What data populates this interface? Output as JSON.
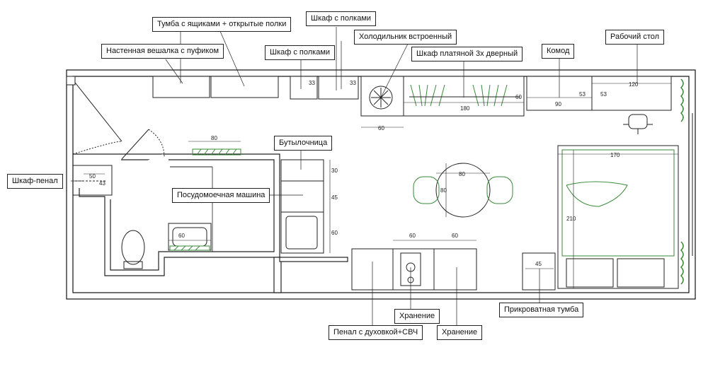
{
  "labels": {
    "tumba": "Тумба с ящиками + открытые полки",
    "shkaf_polki_top": "Шкаф с полками",
    "nastennaya": "Настенная вешалка с пуфиком",
    "holodilnik": "Холодильник встроенный",
    "shkaf_polki": "Шкаф с полками",
    "shkaf_platyanoy": "Шкаф платяной 3х дверный",
    "komod": "Комод",
    "rabochiy_stol": "Рабочий стол",
    "butylochnica": "Бутылочница",
    "shkaf_penal": "Шкаф-пенал",
    "posudomoechnaya": "Посудомоечная машина",
    "hranenie_1": "Хранение",
    "hranenie_2": "Хранение",
    "prikrovatnaya": "Прикроватная тумба",
    "penal_duhovka": "Пенал с духовкой+СВЧ"
  },
  "dimensions": {
    "d33a": "33",
    "d33b": "33",
    "d60_fridge": "60",
    "d180": "180",
    "d60_wardrobe": "60",
    "d90": "90",
    "d53a": "53",
    "d53b": "53",
    "d120": "120",
    "d80_bath": "80",
    "d50": "50",
    "d43": "43",
    "d30": "30",
    "d45_kitchen": "45",
    "d60_sink": "60",
    "d80_table_h": "80",
    "d80_table_v": "80",
    "d170": "170",
    "d210": "210",
    "d60_wc": "60",
    "d60_oven": "60",
    "d60_store": "60",
    "d45_night": "45"
  }
}
